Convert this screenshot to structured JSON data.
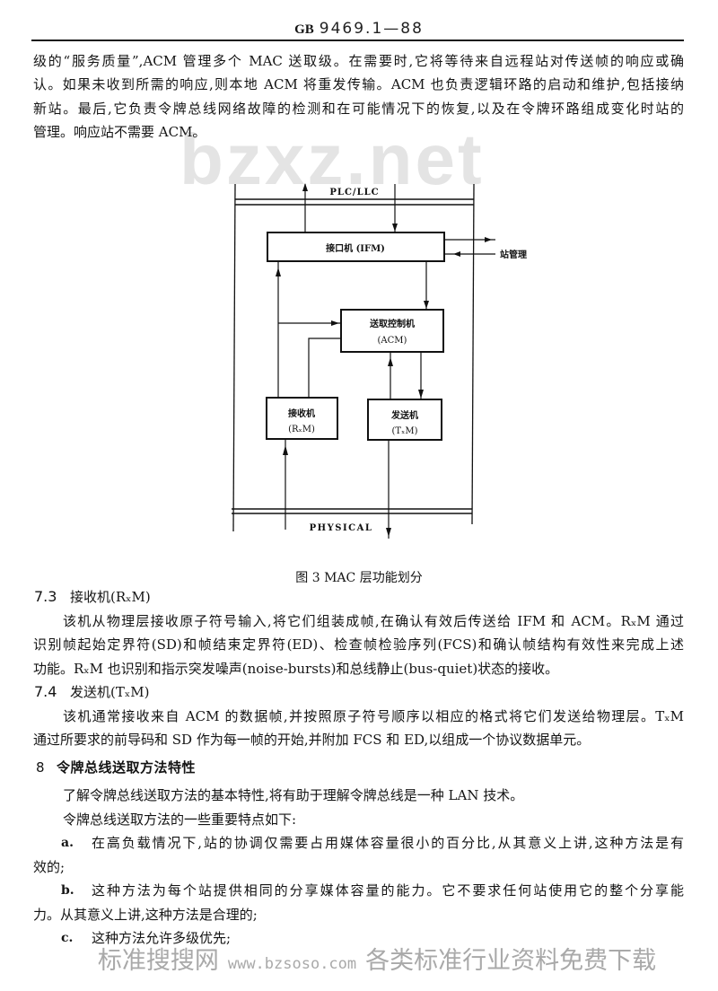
{
  "header": {
    "prefix": "GB",
    "code": "9469.1—88"
  },
  "watermark_top": "bzxz.net",
  "intro_paragraph": {
    "lines": [
      "级的“服务质量”,ACM 管理多个 MAC 送取级。在需要时,它将等待来自远程站对传送帧的响应或确",
      "认。如果未收到所需的响应,则本地 ACM 将重发传输。ACM 也负责逻辑环路的启动和维护,包括接纳",
      "新站。最后,它负责令牌总线网络故障的检测和在可能情况下的恢复,以及在令牌环路组成变化时站的",
      "管理。响应站不需要 ACM。"
    ]
  },
  "figure": {
    "labels": {
      "plc_llc": "PLC/LLC",
      "ifm": "接口机 (IFM)",
      "station_mgmt": "站管理",
      "acm_name": "送取控制机",
      "acm_abbr": "(ACM)",
      "rxm_name": "接收机",
      "rxm_abbr": "(RₓM)",
      "txm_name": "发送机",
      "txm_abbr": "(TₓM)",
      "physical": "PHYSICAL"
    },
    "caption": "图 3  MAC 层功能划分"
  },
  "section_7_3": {
    "number": "7.3",
    "title": "接收机(RₓM)",
    "lines": [
      "该机从物理层接收原子符号输入,将它们组装成帧,在确认有效后传送给 IFM 和 ACM。RₓM 通过",
      "识别帧起始定界符(SD)和帧结束定界符(ED)、检查帧检验序列(FCS)和确认帧结构有效性来完成上述",
      "功能。RₓM 也识别和指示突发噪声(noise-bursts)和总线静止(bus-quiet)状态的接收。"
    ]
  },
  "section_7_4": {
    "number": "7.4",
    "title": "发送机(TₓM)",
    "lines": [
      "该机通常接收来自 ACM 的数据帧,并按照原子符号顺序以相应的格式将它们发送给物理层。TₓM",
      "通过所要求的前导码和 SD 作为每一帧的开始,并附加 FCS 和 ED,以组成一个协议数据单元。"
    ]
  },
  "section_8": {
    "number": "8",
    "title": "令牌总线送取方法特性",
    "intro": [
      "了解令牌总线送取方法的基本特性,将有助于理解令牌总线是一种 LAN 技术。",
      "令牌总线送取方法的一些重要特点如下:"
    ],
    "items": [
      {
        "label": "a.",
        "lines": [
          "在高负载情况下,站的协调仅需要占用媒体容量很小的百分比,从其意义上讲,这种方法是有",
          "效的;"
        ]
      },
      {
        "label": "b.",
        "lines": [
          "这种方法为每个站提供相同的分享媒体容量的能力。它不要求任何站使用它的整个分享能",
          "力。从其意义上讲,这种方法是合理的;"
        ]
      },
      {
        "label": "c.",
        "lines": [
          "这种方法允许多级优先;"
        ]
      }
    ]
  },
  "footer_watermark": {
    "site_name": "标准搜搜网",
    "url": "www.bzsoso.com",
    "slogan": "各类标准行业资料免费下载"
  }
}
